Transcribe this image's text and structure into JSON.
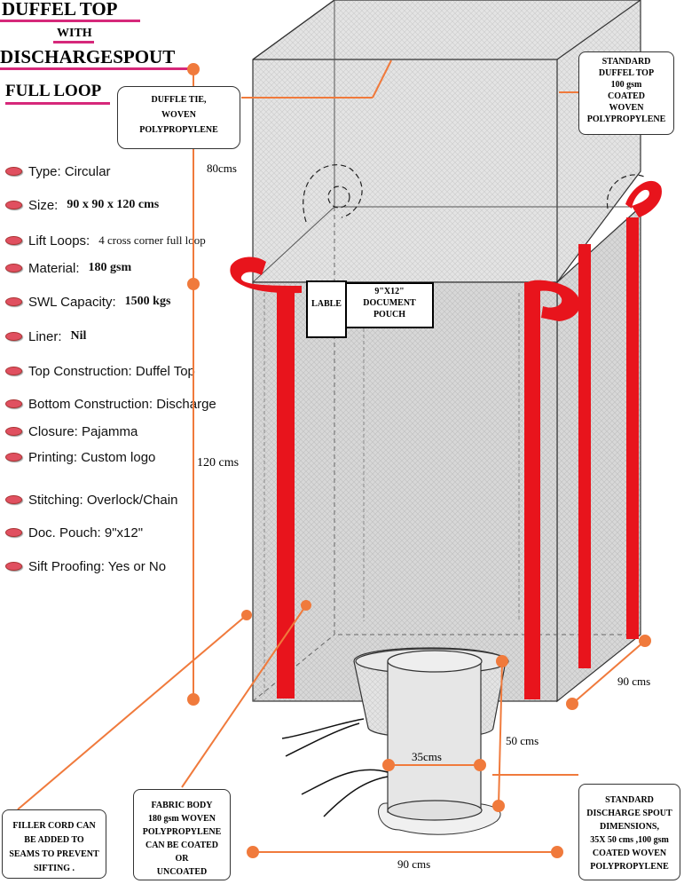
{
  "title": {
    "line1": "DUFFEL TOP",
    "line2": "WITH",
    "line3": "DISCHARGESPOUT",
    "line4": "FULL LOOP"
  },
  "specs": [
    {
      "label": "Type: Circular",
      "value": ""
    },
    {
      "label": "Size:",
      "value": "90 x 90 x 120 cms"
    },
    {
      "label": "Lift Loops:",
      "value": "4 cross corner full loop"
    },
    {
      "label": "Material:",
      "value": "180 gsm"
    },
    {
      "label": "SWL Capacity:",
      "value": "1500 kgs"
    },
    {
      "label": "Liner:",
      "value": "Nil"
    },
    {
      "label": "Top Construction: Duffel Top",
      "value": ""
    },
    {
      "label": "Bottom Construction: Discharge",
      "value": ""
    },
    {
      "label": "Closure: Pajamma",
      "value": ""
    },
    {
      "label": "Printing: Custom logo",
      "value": ""
    },
    {
      "label": "Stitching: Overlock/Chain",
      "value": ""
    },
    {
      "label": "Doc. Pouch: 9\"x12\"",
      "value": ""
    },
    {
      "label": "Sift Proofing: Yes or No",
      "value": ""
    }
  ],
  "callouts": {
    "duffle_tie": [
      "DUFFLE TIE,",
      "WOVEN",
      "POLYPROPYLENE"
    ],
    "standard_duffel": [
      "STANDARD",
      "DUFFEL TOP",
      "100 gsm",
      "COATED",
      "WOVEN",
      "POLYPROPYLENE"
    ],
    "lable": "LABLE",
    "pouch": [
      "9\"X12\"",
      "DOCUMENT",
      "POUCH"
    ],
    "filler_cord": [
      "FILLER CORD CAN",
      "BE ADDED TO",
      "SEAMS TO PREVENT",
      "SIFTING ."
    ],
    "fabric_body": [
      "FABRIC BODY",
      "180 gsm  WOVEN",
      "POLYPROPYLENE",
      "CAN BE COATED",
      "OR",
      "UNCOATED"
    ],
    "spout_dims": [
      "STANDARD",
      "DISCHARGE SPOUT",
      "DIMENSIONS,",
      "35X 50 cms ,100 gsm",
      "COATED WOVEN",
      "POLYPROPYLENE"
    ]
  },
  "dimensions": {
    "top_height": "80cms",
    "body_height": "120 cms",
    "depth": "90 cms",
    "spout_length": "50 cms",
    "spout_diameter": "35cms",
    "width": "90 cms"
  },
  "colors": {
    "loop": "#e8141c",
    "dot": "#f07a3c",
    "underline": "#d6287a",
    "fabric": "#dcdcdc"
  }
}
